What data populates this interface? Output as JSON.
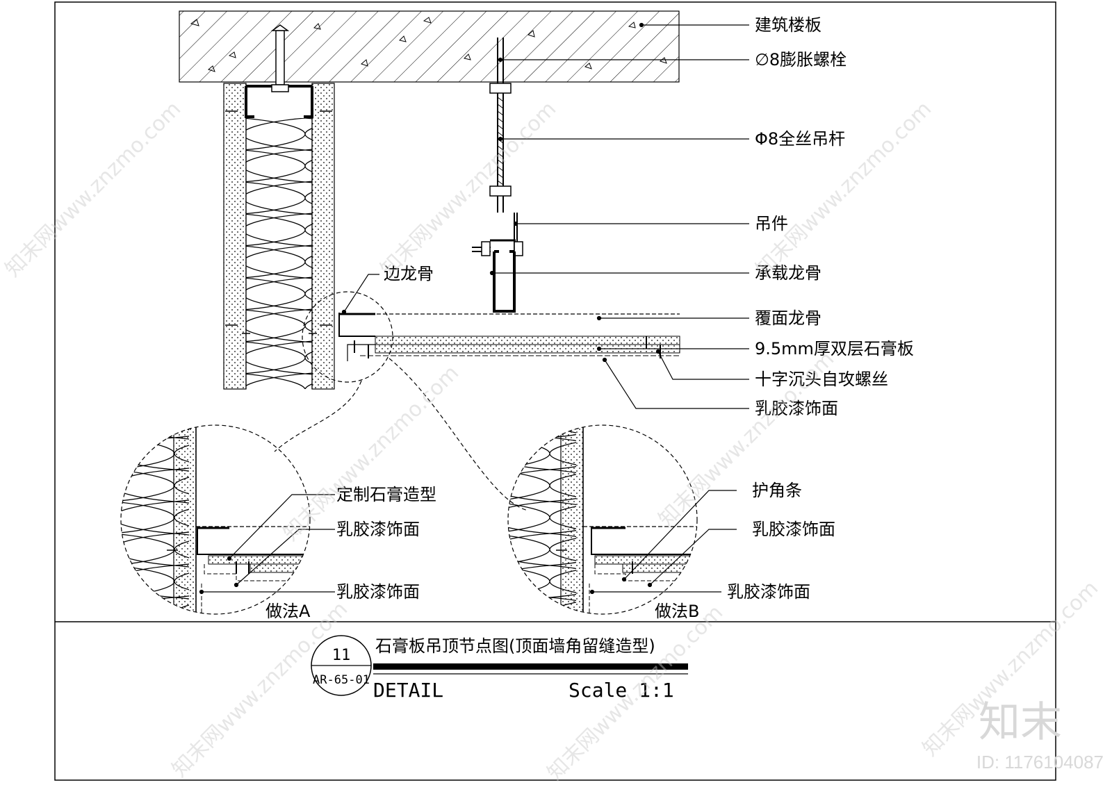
{
  "callouts": {
    "slab": "建筑楼板",
    "bolt": "∅8膨胀螺栓",
    "rod": "Φ8全丝吊杆",
    "hanger": "吊件",
    "main_keel": "承载龙骨",
    "edge_keel": "边龙骨",
    "cover_keel": "覆面龙骨",
    "board": "9.5mm厚双层石膏板",
    "screw": "十字沉头自攻螺丝",
    "finish": "乳胶漆饰面"
  },
  "detail_a": {
    "caption": "做法A",
    "custom_shape": "定制石膏造型",
    "finish_1": "乳胶漆饰面",
    "finish_2": "乳胶漆饰面"
  },
  "detail_b": {
    "caption": "做法B",
    "corner_bead": "护角条",
    "finish_1": "乳胶漆饰面",
    "finish_2": "乳胶漆饰面"
  },
  "title_block": {
    "number": "11",
    "sheet": "AR-65-01",
    "title": "石膏板吊顶节点图(顶面墙角留缝造型)",
    "detail_label": "DETAIL",
    "scale": "Scale 1:1"
  },
  "watermark": {
    "site": "知末网www.znzmo.com",
    "brand": "知末",
    "id": "ID: 1176104087"
  }
}
